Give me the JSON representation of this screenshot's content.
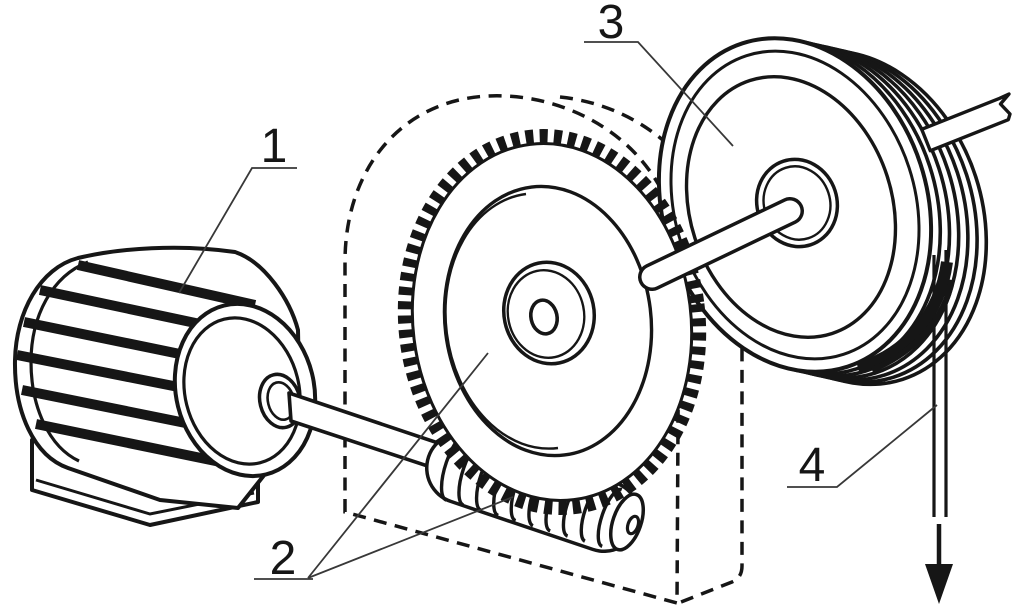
{
  "diagram": {
    "background": "#ffffff",
    "ink": "#161616",
    "leader_color": "#383838",
    "labels": [
      {
        "text": "1"
      },
      {
        "text": "2"
      },
      {
        "text": "3"
      },
      {
        "text": "4"
      }
    ],
    "cable_arrow_icon": "arrow-down"
  }
}
